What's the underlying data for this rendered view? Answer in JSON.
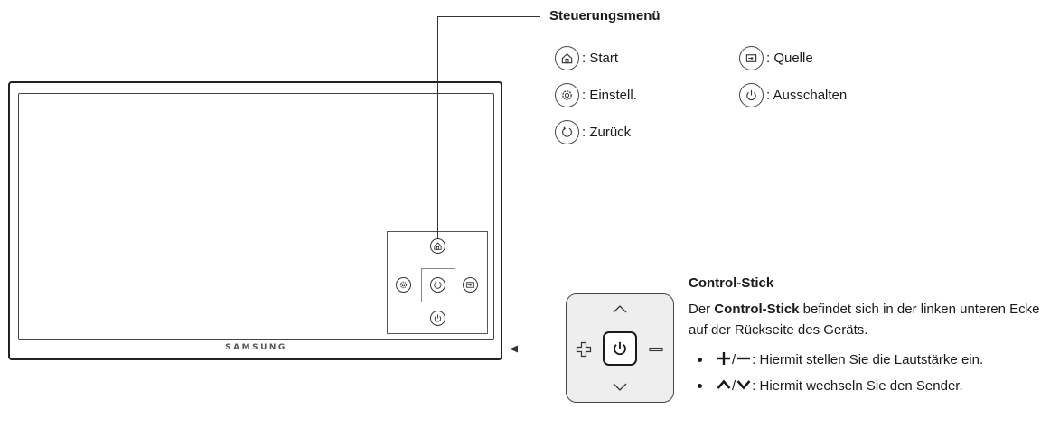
{
  "tv": {
    "brand": "SAMSUNG"
  },
  "menu": {
    "title": "Steuerungsmenü",
    "items": [
      {
        "icon": "home-icon",
        "label": ": Start"
      },
      {
        "icon": "gear-icon",
        "label": ": Einstell."
      },
      {
        "icon": "return-icon",
        "label": ": Zurück"
      },
      {
        "icon": "source-icon",
        "label": ": Quelle"
      },
      {
        "icon": "power-icon",
        "label": ": Ausschalten"
      }
    ]
  },
  "control_stick": {
    "title": "Control-Stick",
    "desc_prefix": "Der ",
    "desc_bold": "Control-Stick",
    "desc_suffix": " befindet sich in der linken unteren Ecke auf der Rückseite des Geräts.",
    "bullets": [
      {
        "symbols": "+ / −",
        "text": ": Hiermit stellen Sie die Lautstärke ein."
      },
      {
        "symbols": "∧ / ∨",
        "text": ": Hiermit wechseln Sie den Sender."
      }
    ],
    "sep": "/"
  }
}
